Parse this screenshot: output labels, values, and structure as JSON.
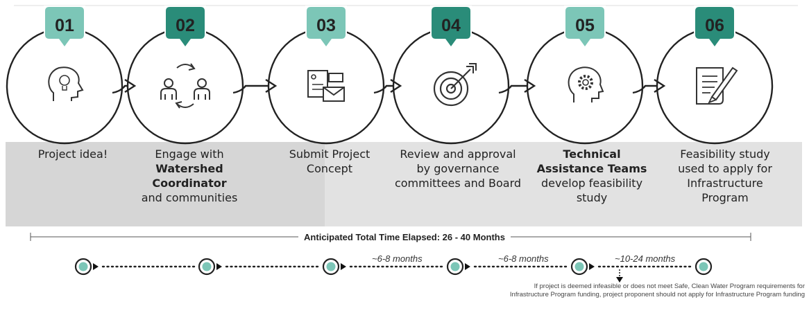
{
  "colors": {
    "dark_teal": "#2a8c79",
    "light_teal": "#7cc6b7",
    "band": "#e2e2e2",
    "line": "#333333"
  },
  "steps": [
    {
      "number": "01",
      "icon": "lightbulb-head-icon",
      "label": [
        "Project idea!"
      ]
    },
    {
      "number": "02",
      "icon": "two-people-exchange-icon",
      "label": [
        "Engage with",
        "Watershed Coordinator",
        "and communities"
      ]
    },
    {
      "number": "03",
      "icon": "documents-envelope-icon",
      "label": [
        "Submit Project",
        "Concept"
      ]
    },
    {
      "number": "04",
      "icon": "target-arrow-icon",
      "label": [
        "Review and approval",
        "by governance",
        "committees and Board"
      ]
    },
    {
      "number": "05",
      "icon": "gear-head-icon",
      "label": [
        "Technical",
        "Assistance Teams",
        "develop feasibility",
        "study"
      ]
    },
    {
      "number": "06",
      "icon": "document-pen-icon",
      "label": [
        "Feasibility study",
        "used to apply for",
        "Infrastructure",
        "Program"
      ]
    }
  ],
  "timeline": {
    "total_label": "Anticipated Total Time Elapsed: 26 - 40 Months",
    "intervals": [
      "~6-8 months",
      "~6-8 months",
      "~10-24 months"
    ],
    "note_line1": "If project is deemed infeasible or does not meet Safe, Clean Water Program requirements for",
    "note_line2": "Infrastructure Program funding, project proponent should not apply for Infrastructure Program funding"
  }
}
